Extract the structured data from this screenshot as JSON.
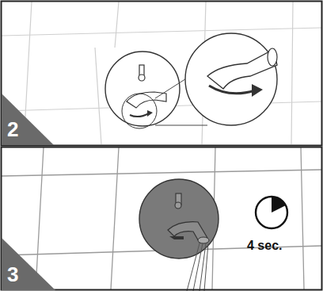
{
  "diagram": {
    "labels": [
      "2",
      "3",
      "4 sec."
    ]
  }
}
